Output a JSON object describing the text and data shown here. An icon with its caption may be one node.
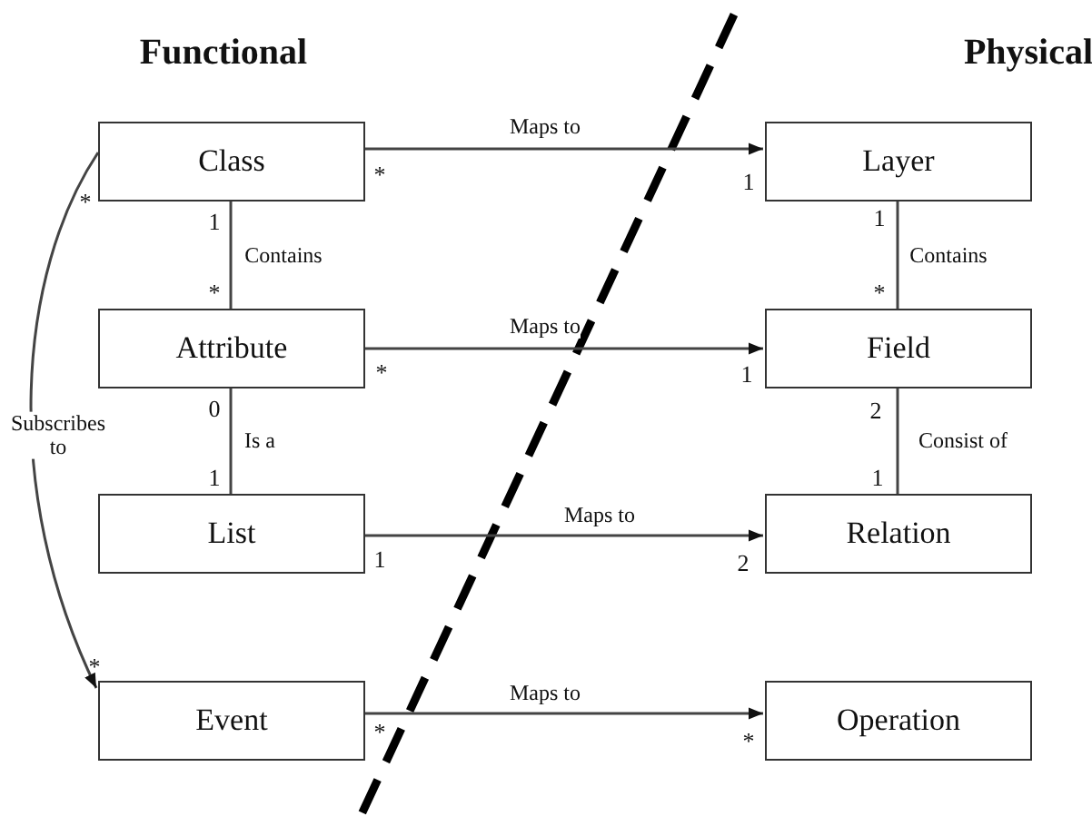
{
  "diagram": {
    "nodes": [
      {
        "text": [
          "Class"
        ]
      },
      {
        "text": [
          "Attribute"
        ]
      },
      {
        "text": [
          "List"
        ]
      },
      {
        "text": [
          "Event"
        ]
      },
      {
        "text": [
          "Layer"
        ]
      },
      {
        "text": [
          "Field"
        ]
      },
      {
        "text": [
          "Relation"
        ]
      },
      {
        "text": [
          "Operation"
        ]
      }
    ],
    "edges": [
      {
        "from": 0,
        "to": 4,
        "arrow": "to",
        "label": "Maps to"
      },
      {
        "from": 0,
        "to": 1,
        "arrow": "none",
        "label": "Contains"
      },
      {
        "from": 4,
        "to": 5,
        "arrow": "none",
        "label": "Contains"
      },
      {
        "from": 1,
        "to": 5,
        "arrow": "to",
        "label": "Maps to"
      },
      {
        "from": 1,
        "to": 2,
        "arrow": "none",
        "label": "Is a"
      },
      {
        "from": 5,
        "to": 6,
        "arrow": "none",
        "label": "Consist of"
      },
      {
        "from": 0,
        "to": 3,
        "arrow": "to",
        "label": "Subscribes to"
      },
      {
        "from": 2,
        "to": 6,
        "arrow": "to",
        "label": "Maps to"
      },
      {
        "from": 3,
        "to": 7,
        "arrow": "to",
        "label": "Maps to"
      }
    ],
    "labels": [
      "Functional",
      "Physical",
      "*",
      "1",
      "*",
      "1",
      "1",
      "*",
      "*",
      "*",
      "1",
      "0",
      "2",
      "1",
      "1",
      "1",
      "2",
      "*",
      "*",
      "*"
    ]
  }
}
